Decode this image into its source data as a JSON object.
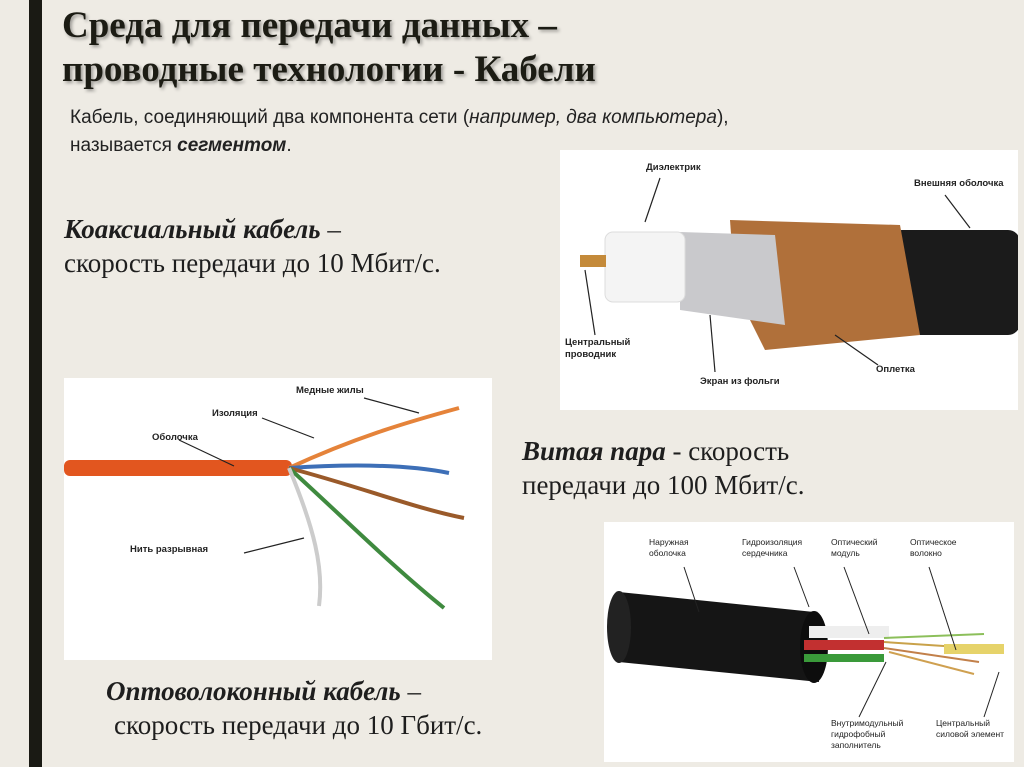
{
  "title": {
    "line1": "Среда для передачи данных –",
    "line2": "проводные технологии - Кабели"
  },
  "intro": {
    "text1": "Кабель, соединяющий два компонента сети  (",
    "example": "например, два компьютера",
    "text2": "),",
    "text3": "называется ",
    "term": "сегментом",
    "text4": "."
  },
  "coax": {
    "name": "Коаксиальный кабель",
    "dash": " –",
    "speed": "скорость передачи до 10 Мбит/с.",
    "labels": {
      "dielectric": "Диэлектрик",
      "outer": "Внешняя оболочка",
      "center1": "Центральный",
      "center2": "проводник",
      "foil": "Экран из фольги",
      "braid": "Оплетка"
    }
  },
  "twisted": {
    "name": "Витая пара",
    "speed1": " - скорость",
    "speed2": "передачи до 100 Мбит/с.",
    "labels": {
      "copper": "Медные жилы",
      "insulation": "Изоляция",
      "jacket": "Оболочка",
      "ripcord": "Нить разрывная"
    }
  },
  "fiber": {
    "name": "Оптоволоконный кабель",
    "dash": " –",
    "speed": "скорость передачи до 10 Гбит/с.",
    "labels": {
      "outer1": "Наружная",
      "outer2": "оболочка",
      "hydro1": "Гидроизоляция",
      "hydro2": "сердечника",
      "module1": "Оптический",
      "module2": "модуль",
      "fibre1": "Оптическое",
      "fibre2": "волокно",
      "filler1": "Внутримодульный",
      "filler2": "гидрофобный",
      "filler3": "заполнитель",
      "center1": "Центральный",
      "center2": "силовой элемент"
    }
  }
}
